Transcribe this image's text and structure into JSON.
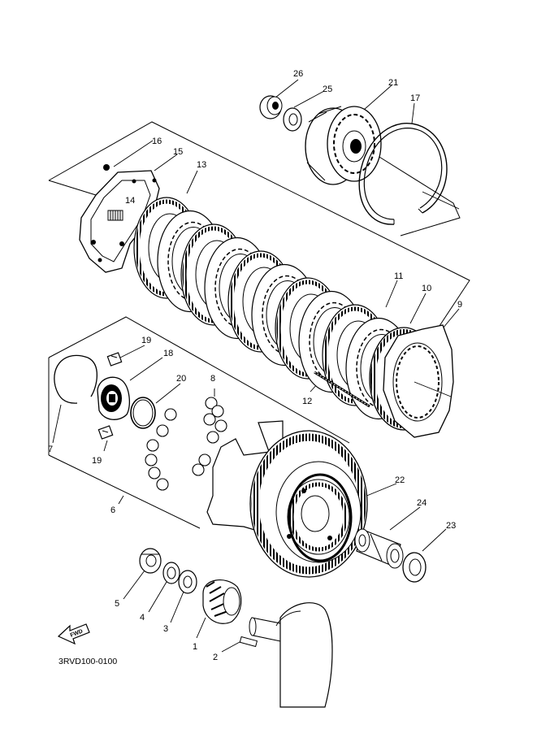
{
  "diagram_code": "3RVD100-0100",
  "fwd_arrow_text": "FWD",
  "callouts": {
    "c1": "1",
    "c2": "2",
    "c3": "3",
    "c4": "4",
    "c5": "5",
    "c6": "6",
    "c7": "7",
    "c8": "8",
    "c9": "9",
    "c10": "10",
    "c11": "11",
    "c12": "12",
    "c13": "13",
    "c14": "14",
    "c15": "15",
    "c16": "16",
    "c17": "17",
    "c18": "18",
    "c19a": "19",
    "c19b": "19",
    "c20": "20",
    "c21": "21",
    "c22": "22",
    "c23": "23",
    "c24": "24",
    "c25": "25",
    "c26": "26"
  },
  "highlight_color": "#000000"
}
